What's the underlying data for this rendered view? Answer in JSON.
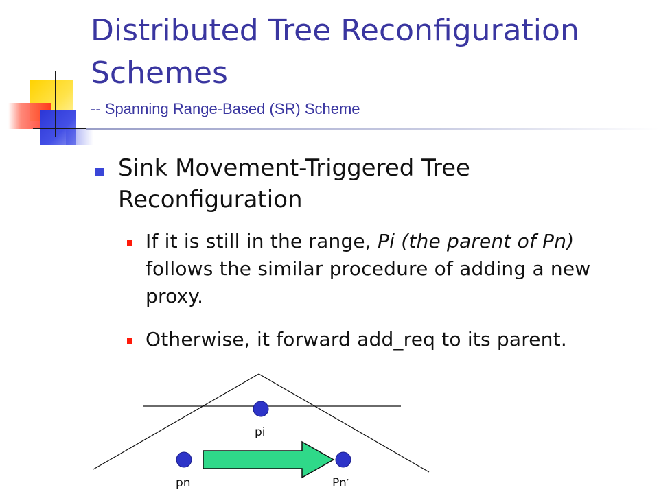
{
  "slide": {
    "title_line1": "Distributed Tree Reconfiguration",
    "title_line2": "Schemes",
    "subtitle": "--  Spanning Range-Based (SR) Scheme"
  },
  "bullets": {
    "level1": "Sink Movement-Triggered Tree Reconfiguration",
    "item1": {
      "part1": "If it is still in the range, ",
      "italic": "Pi (the parent of Pn)",
      "part2": " follows the similar procedure of adding a new proxy."
    },
    "item2": "Otherwise, it forward add_req to its parent."
  },
  "diagram": {
    "labels": {
      "pi": "pi",
      "pn": "pn",
      "pn_prime": "Pn",
      "prime": "’"
    },
    "colors": {
      "node": "#2d34c8",
      "arrow": "#2fd989",
      "line": "#111111"
    }
  }
}
